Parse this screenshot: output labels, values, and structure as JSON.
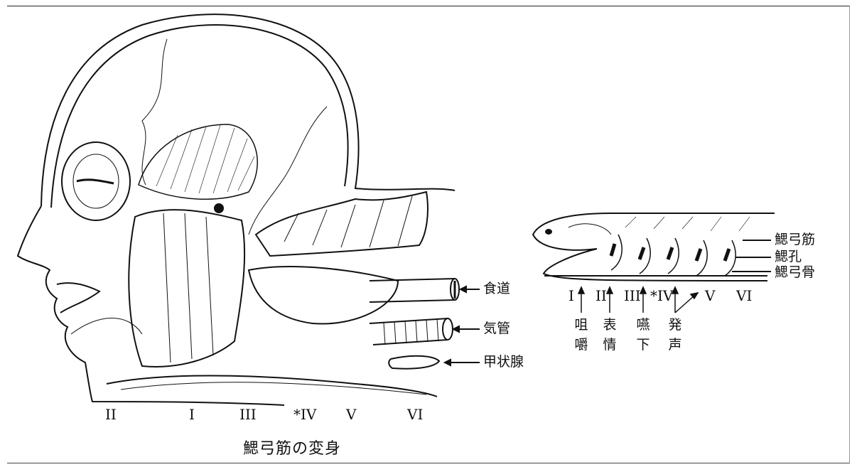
{
  "head_diagram": {
    "labels": {
      "esophagus": "食道",
      "trachea": "気管",
      "thyroid": "甲状腺"
    },
    "arch_numbers": [
      "II",
      "I",
      "III",
      "*IV",
      "V",
      "VI"
    ],
    "caption": "鰓弓筋の変身"
  },
  "fish_diagram": {
    "labels": {
      "arch_muscle": "鰓弓筋",
      "gill_slit": "鰓孔",
      "arch_bone": "鰓弓骨"
    },
    "arch_numbers": [
      "I",
      "II",
      "III",
      "*IV",
      "V",
      "VI"
    ],
    "functions": {
      "mastication": "咀嚼",
      "expression": "表情",
      "swallowing": "嚥下",
      "phonation": "発声"
    }
  }
}
